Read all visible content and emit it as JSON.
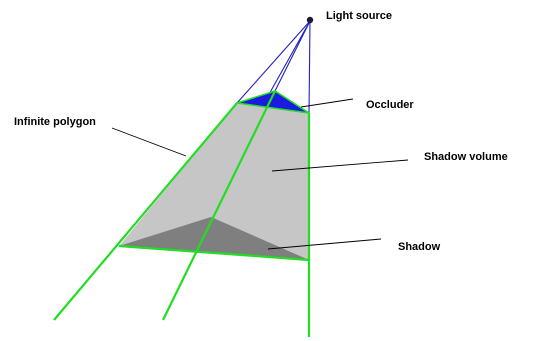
{
  "labels": {
    "light_source": "Light source",
    "occluder": "Occluder",
    "infinite_polygon": "Infinite polygon",
    "shadow_volume": "Shadow volume",
    "shadow": "Shadow"
  },
  "colors": {
    "background": "#ffffff",
    "shadow_volume_fill": "#c6c6c6",
    "shadow_fill": "#7f7f7f",
    "edge_green": "#22dd22",
    "ray_blue": "#2020c0",
    "occluder_fill": "#1a1ae0",
    "light_dot": "#1a1a40",
    "leader_line": "#000000"
  }
}
